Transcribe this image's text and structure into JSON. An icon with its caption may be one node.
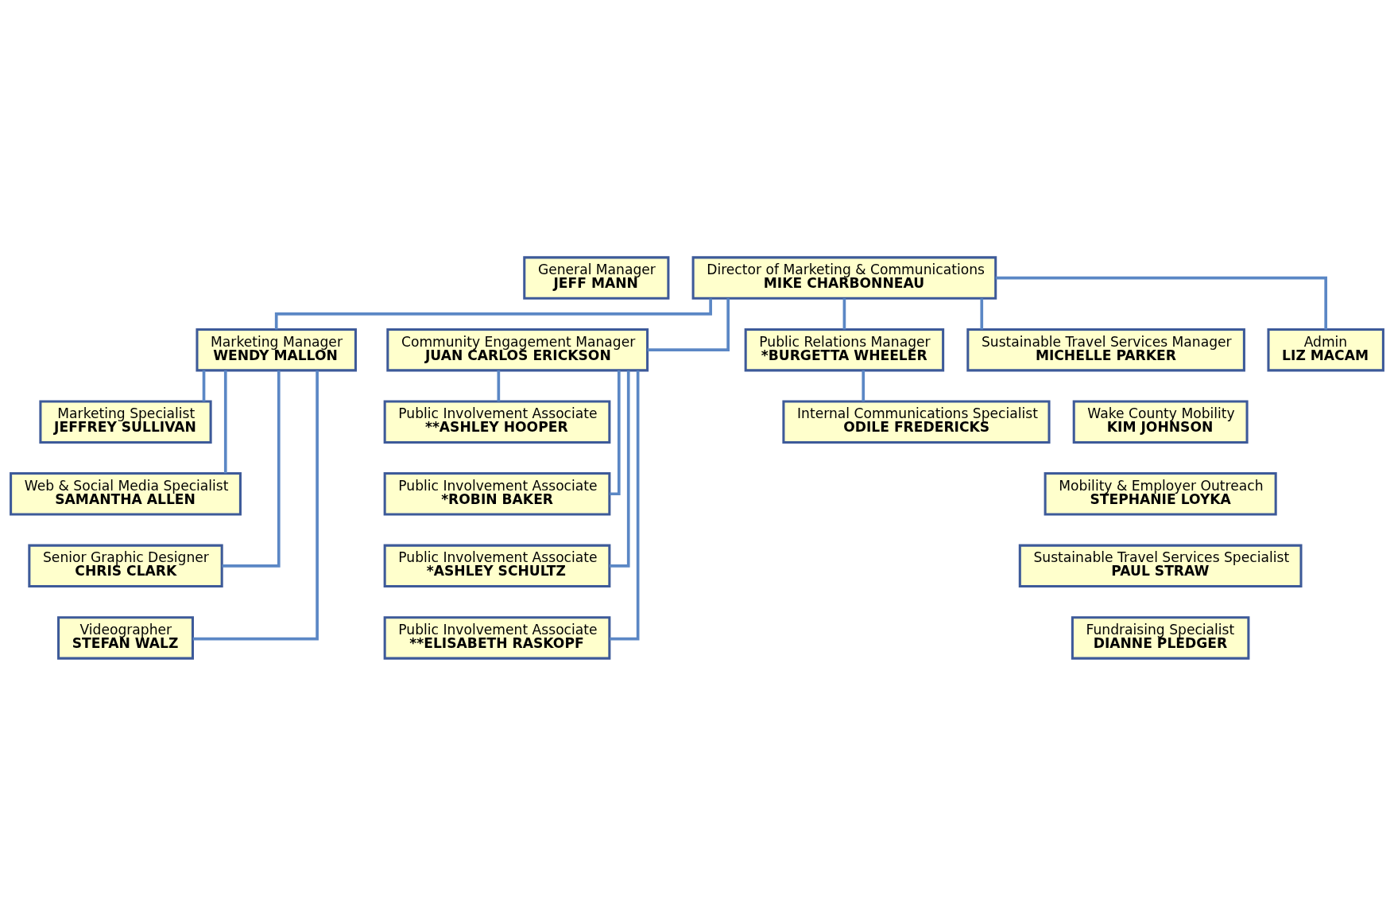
{
  "diagram": {
    "nodes": [
      {
        "text": [
          "General Manager",
          "JEFF MANN"
        ]
      },
      {
        "text": [
          "Director of Marketing & Communications",
          "MIKE CHARBONNEAU"
        ]
      },
      {
        "text": [
          "Marketing Manager",
          "WENDY MALLON"
        ]
      },
      {
        "text": [
          "Community Engagement Manager",
          "JUAN CARLOS ERICKSON"
        ]
      },
      {
        "text": [
          "Public Relations Manager",
          "*BURGETTA WHEELER"
        ]
      },
      {
        "text": [
          "Sustainable Travel Services Manager",
          "MICHELLE PARKER"
        ]
      },
      {
        "text": [
          "Admin",
          "LIZ MACAM"
        ]
      },
      {
        "text": [
          "Marketing Specialist",
          "JEFFREY SULLIVAN"
        ]
      },
      {
        "text": [
          "Web & Social Media Specialist",
          "SAMANTHA ALLEN"
        ]
      },
      {
        "text": [
          "Senior Graphic Designer",
          "CHRIS CLARK"
        ]
      },
      {
        "text": [
          "Videographer",
          "STEFAN WALZ"
        ]
      },
      {
        "text": [
          "Public Involvement Associate",
          "**ASHLEY HOOPER"
        ]
      },
      {
        "text": [
          "Public Involvement Associate",
          "*ROBIN BAKER"
        ]
      },
      {
        "text": [
          "Public Involvement Associate",
          "*ASHLEY SCHULTZ"
        ]
      },
      {
        "text": [
          "Public Involvement Associate",
          "**ELISABETH RASKOPF"
        ]
      },
      {
        "text": [
          "Internal Communications Specialist",
          "ODILE FREDERICKS"
        ]
      },
      {
        "text": [
          "Wake County Mobility",
          "KIM JOHNSON"
        ]
      },
      {
        "text": [
          "Mobility & Employer Outreach",
          "STEPHANIE LOYKA"
        ]
      },
      {
        "text": [
          "Sustainable Travel Services Specialist",
          "PAUL STRAW"
        ]
      },
      {
        "text": [
          "Fundraising Specialist",
          "DIANNE PLEDGER"
        ]
      }
    ],
    "edges": [
      {
        "from": 1,
        "to": 2,
        "arrow": "none"
      },
      {
        "from": 1,
        "to": 3,
        "arrow": "none"
      },
      {
        "from": 1,
        "to": 4,
        "arrow": "none"
      },
      {
        "from": 1,
        "to": 5,
        "arrow": "none"
      },
      {
        "from": 1,
        "to": 6,
        "arrow": "none"
      },
      {
        "from": 2,
        "to": 7,
        "arrow": "none"
      },
      {
        "from": 2,
        "to": 8,
        "arrow": "none"
      },
      {
        "from": 2,
        "to": 9,
        "arrow": "none"
      },
      {
        "from": 2,
        "to": 10,
        "arrow": "none"
      },
      {
        "from": 3,
        "to": 11,
        "arrow": "none"
      },
      {
        "from": 3,
        "to": 12,
        "arrow": "none"
      },
      {
        "from": 3,
        "to": 13,
        "arrow": "none"
      },
      {
        "from": 3,
        "to": 14,
        "arrow": "none"
      },
      {
        "from": 4,
        "to": 15,
        "arrow": "none"
      }
    ]
  }
}
